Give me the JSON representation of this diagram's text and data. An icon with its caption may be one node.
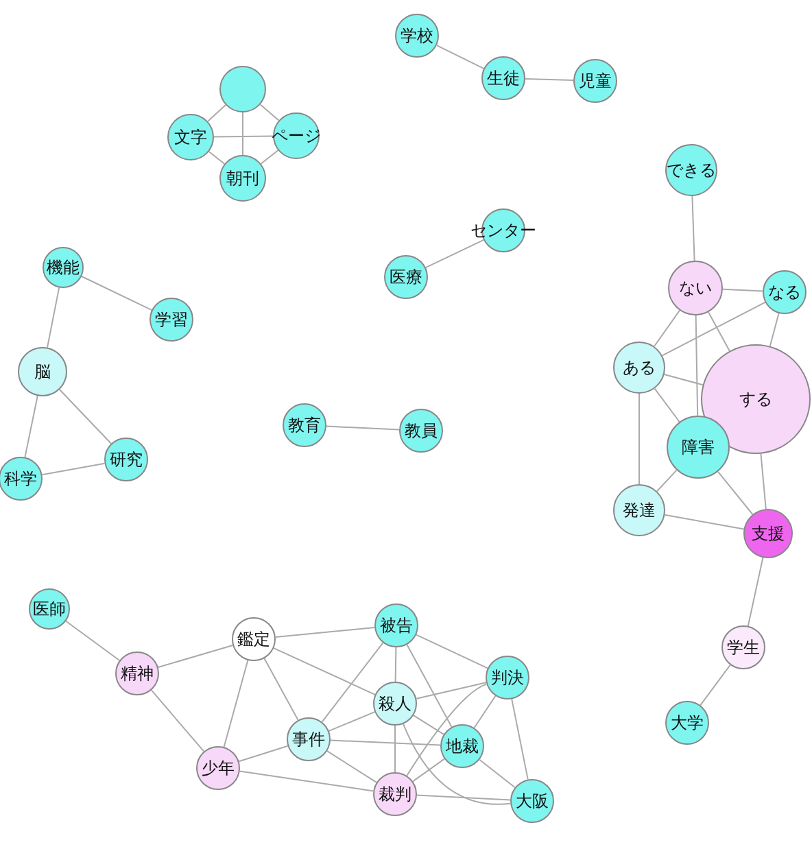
{
  "diagram": {
    "nodes": [
      {
        "text": [],
        "shape": "circle"
      },
      {
        "text": [
          "文字"
        ]
      },
      {
        "text": [
          "ページ"
        ]
      },
      {
        "text": [
          "朝刊"
        ]
      },
      {
        "text": [
          "学校"
        ]
      },
      {
        "text": [
          "生徒"
        ]
      },
      {
        "text": [
          "児童"
        ]
      },
      {
        "text": [
          "センター"
        ]
      },
      {
        "text": [
          "医療"
        ]
      },
      {
        "text": [
          "機能"
        ]
      },
      {
        "text": [
          "学習"
        ]
      },
      {
        "text": [
          "脳"
        ]
      },
      {
        "text": [
          "研究"
        ]
      },
      {
        "text": [
          "科学"
        ]
      },
      {
        "text": [
          "教育"
        ]
      },
      {
        "text": [
          "教員"
        ]
      },
      {
        "text": [
          "できる"
        ]
      },
      {
        "text": [
          "ない"
        ]
      },
      {
        "text": [
          "なる"
        ]
      },
      {
        "text": [
          "ある"
        ]
      },
      {
        "text": [
          "する"
        ]
      },
      {
        "text": [
          "障害"
        ]
      },
      {
        "text": [
          "発達"
        ]
      },
      {
        "text": [
          "支援"
        ]
      },
      {
        "text": [
          "学生"
        ]
      },
      {
        "text": [
          "大学"
        ]
      },
      {
        "text": [
          "医師"
        ]
      },
      {
        "text": [
          "精神"
        ]
      },
      {
        "text": [
          "鑑定"
        ]
      },
      {
        "text": [
          "被告"
        ]
      },
      {
        "text": [
          "判決"
        ]
      },
      {
        "text": [
          "殺人"
        ]
      },
      {
        "text": [
          "事件"
        ]
      },
      {
        "text": [
          "地裁"
        ]
      },
      {
        "text": [
          "少年"
        ]
      },
      {
        "text": [
          "裁判"
        ]
      },
      {
        "text": [
          "大阪"
        ]
      }
    ],
    "edges": [
      {
        "from": 0,
        "to": 1,
        "arrow": "none"
      },
      {
        "from": 0,
        "to": 2,
        "arrow": "none"
      },
      {
        "from": 0,
        "to": 3,
        "arrow": "none"
      },
      {
        "from": 1,
        "to": 2,
        "arrow": "none"
      },
      {
        "from": 1,
        "to": 3,
        "arrow": "none"
      },
      {
        "from": 2,
        "to": 3,
        "arrow": "none"
      },
      {
        "from": 4,
        "to": 5,
        "arrow": "none"
      },
      {
        "from": 5,
        "to": 6,
        "arrow": "none"
      },
      {
        "from": 7,
        "to": 8,
        "arrow": "none"
      },
      {
        "from": 9,
        "to": 10,
        "arrow": "none"
      },
      {
        "from": 9,
        "to": 11,
        "arrow": "none"
      },
      {
        "from": 11,
        "to": 12,
        "arrow": "none"
      },
      {
        "from": 11,
        "to": 13,
        "arrow": "none"
      },
      {
        "from": 12,
        "to": 13,
        "arrow": "none"
      },
      {
        "from": 14,
        "to": 15,
        "arrow": "none"
      },
      {
        "from": 16,
        "to": 17,
        "arrow": "none"
      },
      {
        "from": 17,
        "to": 18,
        "arrow": "none"
      },
      {
        "from": 17,
        "to": 19,
        "arrow": "none"
      },
      {
        "from": 17,
        "to": 20,
        "arrow": "none"
      },
      {
        "from": 17,
        "to": 21,
        "arrow": "none"
      },
      {
        "from": 18,
        "to": 19,
        "arrow": "none"
      },
      {
        "from": 18,
        "to": 20,
        "arrow": "none"
      },
      {
        "from": 19,
        "to": 20,
        "arrow": "none"
      },
      {
        "from": 19,
        "to": 21,
        "arrow": "none"
      },
      {
        "from": 19,
        "to": 22,
        "arrow": "none"
      },
      {
        "from": 21,
        "to": 22,
        "arrow": "none"
      },
      {
        "from": 21,
        "to": 23,
        "arrow": "none"
      },
      {
        "from": 22,
        "to": 23,
        "arrow": "none"
      },
      {
        "from": 20,
        "to": 23,
        "arrow": "none"
      },
      {
        "from": 23,
        "to": 24,
        "arrow": "none"
      },
      {
        "from": 24,
        "to": 25,
        "arrow": "none"
      },
      {
        "from": 26,
        "to": 27,
        "arrow": "none"
      },
      {
        "from": 27,
        "to": 28,
        "arrow": "none"
      },
      {
        "from": 27,
        "to": 34,
        "arrow": "none"
      },
      {
        "from": 28,
        "to": 29,
        "arrow": "none"
      },
      {
        "from": 28,
        "to": 34,
        "arrow": "none"
      },
      {
        "from": 28,
        "to": 32,
        "arrow": "none"
      },
      {
        "from": 28,
        "to": 31,
        "arrow": "none"
      },
      {
        "from": 29,
        "to": 30,
        "arrow": "none"
      },
      {
        "from": 29,
        "to": 31,
        "arrow": "none"
      },
      {
        "from": 29,
        "to": 32,
        "arrow": "none"
      },
      {
        "from": 29,
        "to": 33,
        "arrow": "none"
      },
      {
        "from": 30,
        "to": 31,
        "arrow": "none"
      },
      {
        "from": 30,
        "to": 33,
        "arrow": "none"
      },
      {
        "from": 30,
        "to": 35,
        "arrow": "none"
      },
      {
        "from": 30,
        "to": 36,
        "arrow": "none"
      },
      {
        "from": 31,
        "to": 32,
        "arrow": "none"
      },
      {
        "from": 31,
        "to": 33,
        "arrow": "none"
      },
      {
        "from": 31,
        "to": 35,
        "arrow": "none"
      },
      {
        "from": 31,
        "to": 36,
        "arrow": "none"
      },
      {
        "from": 32,
        "to": 33,
        "arrow": "none"
      },
      {
        "from": 32,
        "to": 34,
        "arrow": "none"
      },
      {
        "from": 32,
        "to": 35,
        "arrow": "none"
      },
      {
        "from": 33,
        "to": 35,
        "arrow": "none"
      },
      {
        "from": 33,
        "to": 36,
        "arrow": "none"
      },
      {
        "from": 34,
        "to": 35,
        "arrow": "none"
      },
      {
        "from": 35,
        "to": 36,
        "arrow": "none"
      }
    ]
  }
}
